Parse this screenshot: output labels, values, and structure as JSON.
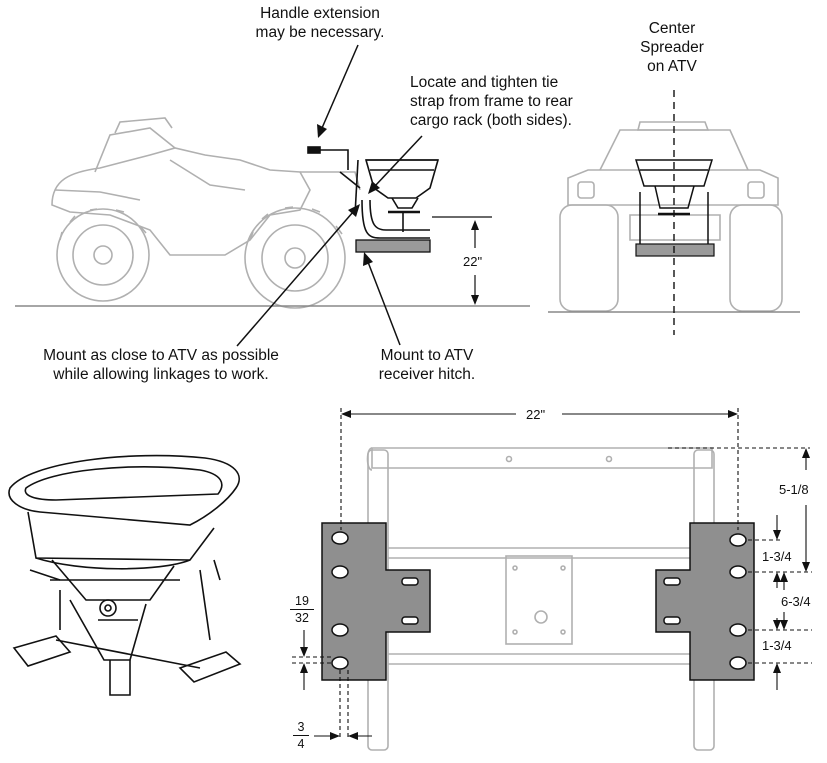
{
  "callouts": {
    "handle_extension": [
      "Handle extension",
      "may be necessary."
    ],
    "center_spreader": [
      "Center",
      "Spreader",
      "on ATV"
    ],
    "tie_strap": [
      "Locate and tighten tie",
      "strap from frame to rear",
      "cargo rack (both sides)."
    ],
    "mount_close": [
      "Mount as close to ATV as possible",
      "while allowing linkages to work."
    ],
    "receiver_hitch": [
      "Mount to ATV",
      "receiver hitch."
    ]
  },
  "dimensions": {
    "side_height": "22\"",
    "frame_width": "22\"",
    "top_offset": "5-1/8",
    "upper_spacing": "1-3/4",
    "middle_spacing": "6-3/4",
    "lower_spacing": "1-3/4",
    "hole_edge_num": "19",
    "hole_edge_den": "32",
    "hole_side_num": "3",
    "hole_side_den": "4"
  },
  "colors": {
    "line_art": "#b0b0b0",
    "ink": "#111111",
    "plate_fill": "#8f8f8f",
    "hitch_fill": "#9a9a9a"
  }
}
